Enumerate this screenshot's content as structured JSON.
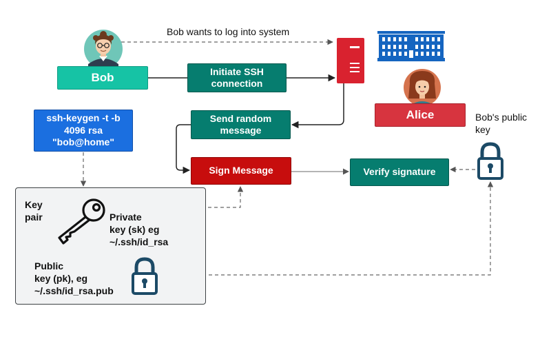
{
  "caption": "Bob wants to log into system",
  "nodes": {
    "bob": "Bob",
    "alice": "Alice",
    "initiate": "Initiate SSH\nconnection",
    "send_random": "Send random\nmessage",
    "sign": "Sign Message",
    "verify": "Verify signature",
    "keygen": "ssh-keygen -t -b\n4096 rsa\n\"bob@home\""
  },
  "keypair": {
    "title": "Key\npair",
    "private": "Private\nkey (sk) eg\n~/.ssh/id_rsa",
    "public": "Public\nkey (pk), eg\n~/.ssh/id_rsa.pub"
  },
  "public_key_label": "Bob's public\nkey",
  "icons": [
    "bob-avatar-icon",
    "alice-avatar-icon",
    "server-icon",
    "building-icon",
    "key-icon",
    "padlock-icon"
  ],
  "colors": {
    "teal": "#067d6f",
    "bob": "#16c3a5",
    "alice": "#d7343f",
    "keygen": "#1b6fe0",
    "sign": "#c70d0d",
    "server": "#d9222f",
    "building": "#1565c0",
    "lock": "#1c4a66"
  }
}
